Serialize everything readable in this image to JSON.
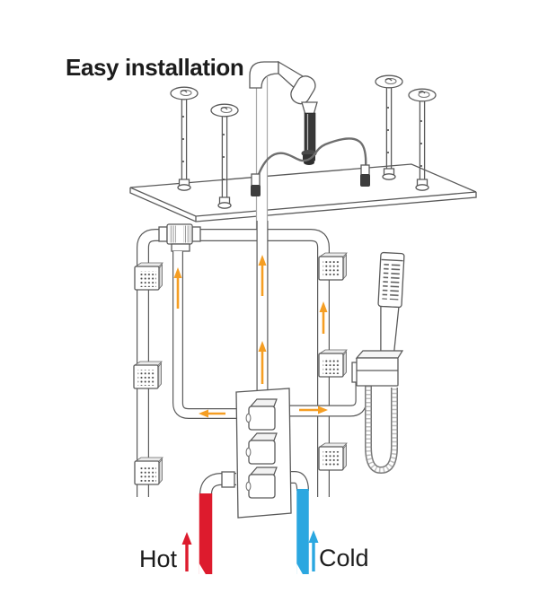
{
  "title": "Easy installation",
  "labels": {
    "hot": "Hot",
    "cold": "Cold"
  },
  "colors": {
    "hot": "#dd1b2d",
    "cold": "#2ba7e0",
    "flow": "#f59e23",
    "line": "#5a5a5a",
    "line_light": "#a8a8a8"
  },
  "icons": {
    "flow_arrow": "orange-up/side arrows showing water flow direction",
    "hot_arrow": "red up arrow at hot inlet",
    "cold_arrow": "blue up arrow at cold inlet"
  }
}
